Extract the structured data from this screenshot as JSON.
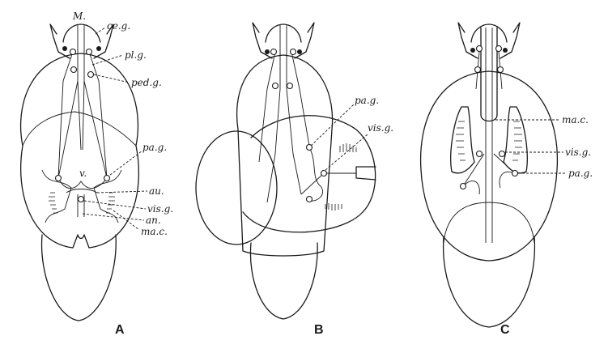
{
  "figure": {
    "panels": [
      {
        "id": "A",
        "caption": "A"
      },
      {
        "id": "B",
        "caption": "B"
      },
      {
        "id": "C",
        "caption": "C"
      }
    ],
    "labels": {
      "A": {
        "M": "M.",
        "ce_g": "ce.g.",
        "pl_g": "pl.g.",
        "ped_g": "ped.g.",
        "pa_g": "pa.g.",
        "v": "v.",
        "au": "au.",
        "vis_g": "vis.g.",
        "an": "an.",
        "ma_c": "ma.c."
      },
      "B": {
        "pa_g": "pa.g.",
        "vis_g": "vis.g."
      },
      "C": {
        "ma_c": "ma.c.",
        "vis_g": "vis.g.",
        "pa_g": "pa.g."
      }
    }
  }
}
